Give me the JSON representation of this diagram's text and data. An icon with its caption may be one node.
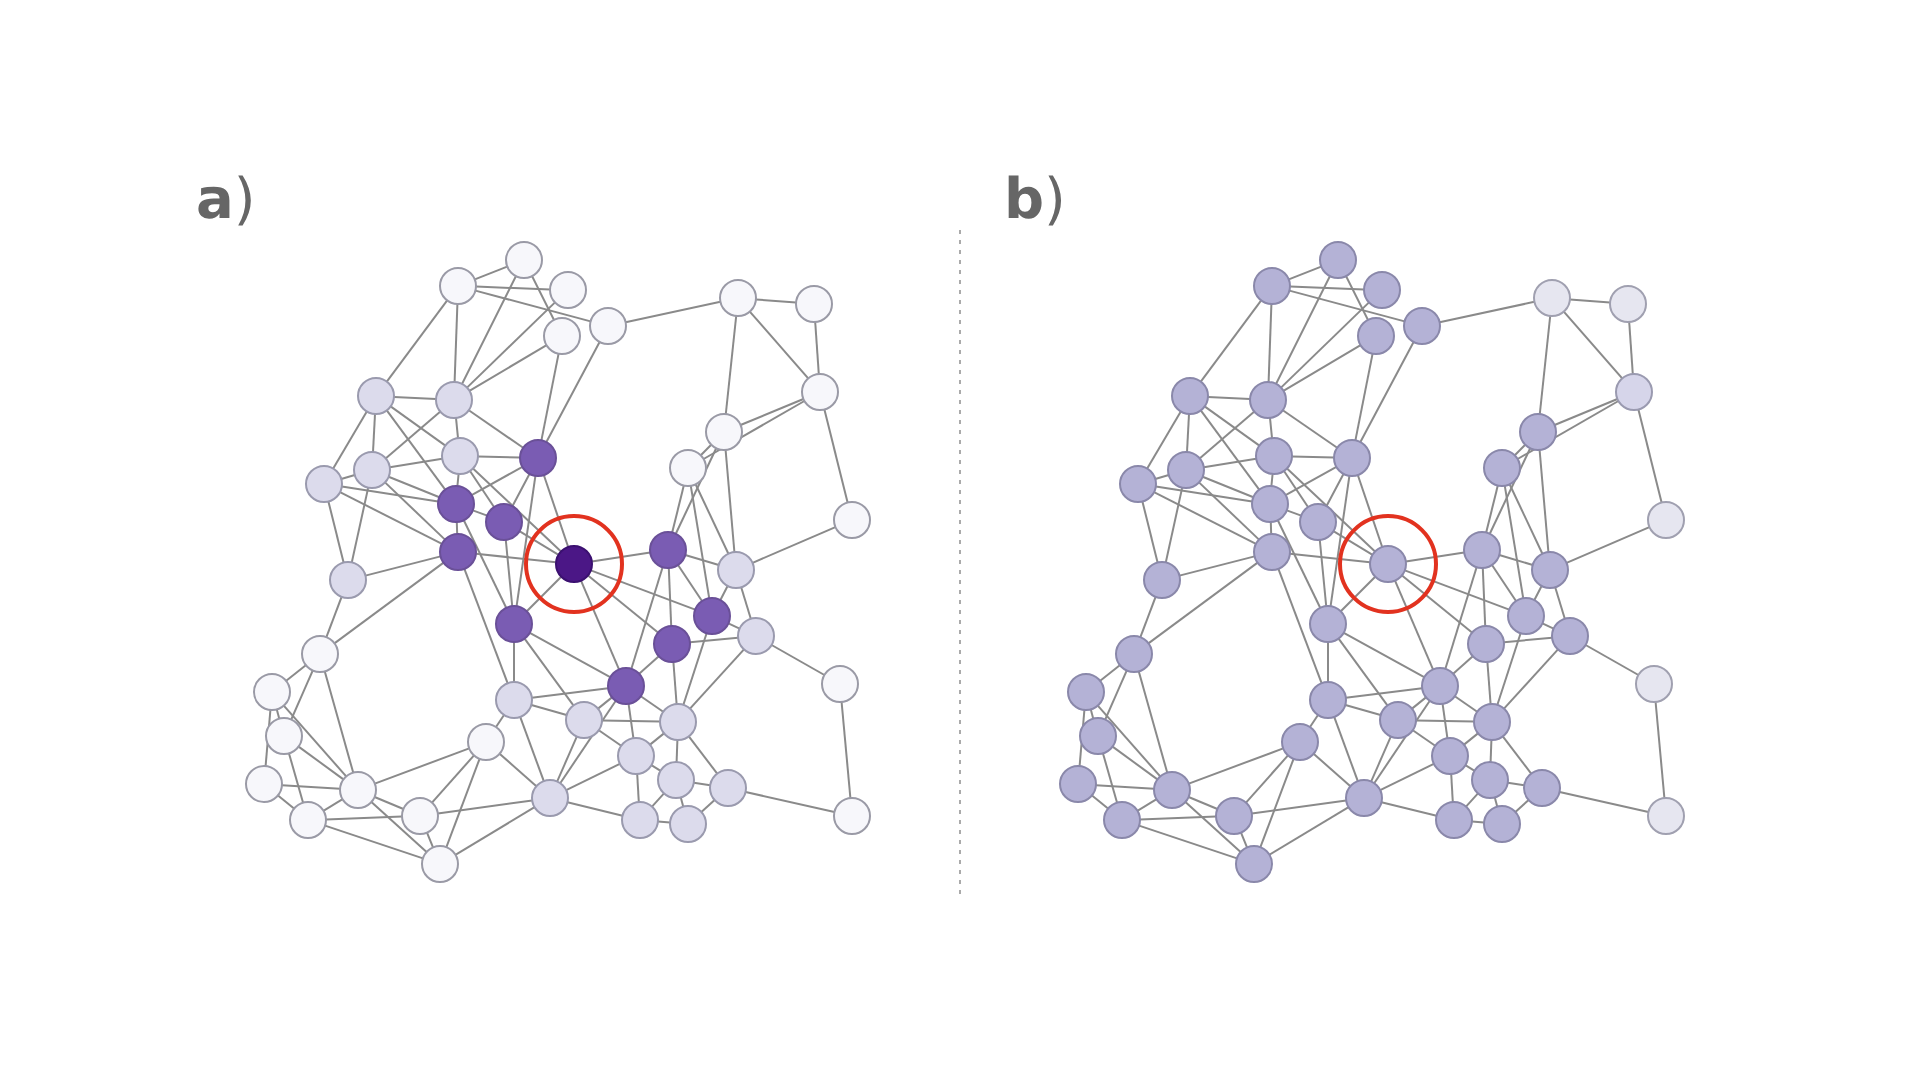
{
  "diagram": {
    "nodes": [
      {
        "text": [],
        "shape": "circle"
      },
      {
        "text": [],
        "shape": "circle"
      },
      {
        "text": [],
        "shape": "circle"
      },
      {
        "text": [],
        "shape": "circle"
      },
      {
        "text": [],
        "shape": "circle"
      },
      {
        "text": [],
        "shape": "circle"
      },
      {
        "text": [],
        "shape": "circle"
      },
      {
        "text": [],
        "shape": "circle"
      },
      {
        "text": [],
        "shape": "circle"
      },
      {
        "text": [],
        "shape": "circle"
      },
      {
        "text": [],
        "shape": "circle"
      },
      {
        "text": [],
        "shape": "circle"
      },
      {
        "text": [],
        "shape": "circle"
      },
      {
        "text": [],
        "shape": "circle"
      },
      {
        "text": [],
        "shape": "circle"
      },
      {
        "text": [],
        "shape": "circle"
      },
      {
        "text": [],
        "shape": "circle"
      },
      {
        "text": [],
        "shape": "circle"
      },
      {
        "text": [],
        "shape": "circle"
      },
      {
        "text": [],
        "shape": "circle"
      },
      {
        "text": [],
        "shape": "circle"
      },
      {
        "text": [],
        "shape": "circle"
      },
      {
        "text": [],
        "shape": "circle"
      },
      {
        "text": [],
        "shape": "circle"
      },
      {
        "text": [],
        "shape": "circle"
      },
      {
        "text": [],
        "shape": "circle"
      },
      {
        "text": [],
        "shape": "circle"
      },
      {
        "text": [],
        "shape": "circle"
      },
      {
        "text": [],
        "shape": "circle"
      },
      {
        "text": [],
        "shape": "circle"
      },
      {
        "text": [],
        "shape": "circle"
      },
      {
        "text": [],
        "shape": "circle"
      },
      {
        "text": [],
        "shape": "circle"
      },
      {
        "text": [],
        "shape": "circle"
      },
      {
        "text": [],
        "shape": "circle"
      },
      {
        "text": [],
        "shape": "circle"
      },
      {
        "text": [],
        "shape": "circle"
      },
      {
        "text": [],
        "shape": "circle"
      },
      {
        "text": [],
        "shape": "circle"
      },
      {
        "text": [],
        "shape": "circle"
      },
      {
        "text": [],
        "shape": "circle"
      },
      {
        "text": [],
        "shape": "circle"
      },
      {
        "text": [],
        "shape": "circle"
      },
      {
        "text": [],
        "shape": "circle"
      },
      {
        "text": [],
        "shape": "circle"
      },
      {
        "text": [],
        "shape": "circle"
      },
      {
        "text": [],
        "shape": "circle"
      },
      {
        "text": [],
        "shape": "circle"
      },
      {
        "text": [],
        "shape": "circle"
      },
      {
        "text": [],
        "shape": "circle"
      },
      {
        "text": [],
        "shape": "circle"
      },
      {
        "text": [],
        "shape": "circle"
      },
      {
        "text": [],
        "shape": "circle"
      },
      {
        "text": [],
        "shape": "circle"
      },
      {
        "text": [],
        "shape": "circle"
      },
      {
        "text": [],
        "shape": "circle"
      },
      {
        "text": [],
        "shape": "circle"
      },
      {
        "text": [],
        "shape": "circle"
      },
      {
        "text": [],
        "shape": "circle"
      },
      {
        "text": [],
        "shape": "circle"
      },
      {
        "text": [],
        "shape": "circle"
      },
      {
        "text": [],
        "shape": "circle"
      },
      {
        "text": [],
        "shape": "circle"
      },
      {
        "text": [],
        "shape": "circle"
      },
      {
        "text": [],
        "shape": "circle"
      },
      {
        "text": [],
        "shape": "circle"
      },
      {
        "text": [],
        "shape": "circle"
      },
      {
        "text": [],
        "shape": "circle"
      },
      {
        "text": [],
        "shape": "circle"
      },
      {
        "text": [],
        "shape": "circle"
      },
      {
        "text": [],
        "shape": "circle"
      },
      {
        "text": [],
        "shape": "circle"
      },
      {
        "text": [],
        "shape": "circle"
      },
      {
        "text": [],
        "shape": "circle"
      },
      {
        "text": [],
        "shape": "circle"
      },
      {
        "text": [],
        "shape": "circle"
      },
      {
        "text": [],
        "shape": "circle"
      },
      {
        "text": [],
        "shape": "circle"
      },
      {
        "text": [],
        "shape": "circle"
      },
      {
        "text": [],
        "shape": "circle"
      },
      {
        "text": [],
        "shape": "circle"
      },
      {
        "text": [],
        "shape": "circle"
      },
      {
        "text": [],
        "shape": "circle"
      },
      {
        "text": [],
        "shape": "circle"
      },
      {
        "text": [],
        "shape": "circle"
      },
      {
        "text": [],
        "shape": "circle"
      },
      {
        "text": [],
        "shape": "circle"
      },
      {
        "text": [],
        "shape": "circle"
      },
      {
        "text": [],
        "shape": "circle"
      },
      {
        "text": [],
        "shape": "circle"
      },
      {
        "text": [],
        "shape": "circle"
      },
      {
        "text": [],
        "shape": "circle"
      },
      {
        "text": [],
        "shape": "circle"
      },
      {
        "text": [],
        "shape": "circle"
      },
      {
        "text": [],
        "shape": "circle"
      },
      {
        "text": [],
        "shape": "circle"
      },
      {
        "text": [],
        "shape": "circle"
      },
      {
        "text": [],
        "shape": "circle"
      }
    ],
    "edges": [
      {
        "from": 0,
        "to": 1,
        "arrow": "none"
      },
      {
        "from": 0,
        "to": 2,
        "arrow": "none"
      },
      {
        "from": 0,
        "to": 4,
        "arrow": "none"
      },
      {
        "from": 0,
        "to": 7,
        "arrow": "none"
      },
      {
        "from": 0,
        "to": 8,
        "arrow": "none"
      },
      {
        "from": 1,
        "to": 3,
        "arrow": "none"
      },
      {
        "from": 1,
        "to": 8,
        "arrow": "none"
      },
      {
        "from": 2,
        "to": 8,
        "arrow": "none"
      },
      {
        "from": 3,
        "to": 8,
        "arrow": "none"
      },
      {
        "from": 3,
        "to": 13,
        "arrow": "none"
      },
      {
        "from": 4,
        "to": 13,
        "arrow": "none"
      },
      {
        "from": 4,
        "to": 5,
        "arrow": "none"
      },
      {
        "from": 5,
        "to": 6,
        "arrow": "none"
      },
      {
        "from": 5,
        "to": 9,
        "arrow": "none"
      },
      {
        "from": 5,
        "to": 14,
        "arrow": "none"
      },
      {
        "from": 6,
        "to": 9,
        "arrow": "none"
      },
      {
        "from": 9,
        "to": 14,
        "arrow": "none"
      },
      {
        "from": 9,
        "to": 15,
        "arrow": "none"
      },
      {
        "from": 9,
        "to": 22,
        "arrow": "none"
      },
      {
        "from": 7,
        "to": 8,
        "arrow": "none"
      },
      {
        "from": 7,
        "to": 10,
        "arrow": "none"
      },
      {
        "from": 7,
        "to": 11,
        "arrow": "none"
      },
      {
        "from": 7,
        "to": 12,
        "arrow": "none"
      },
      {
        "from": 7,
        "to": 16,
        "arrow": "none"
      },
      {
        "from": 8,
        "to": 12,
        "arrow": "none"
      },
      {
        "from": 8,
        "to": 11,
        "arrow": "none"
      },
      {
        "from": 8,
        "to": 13,
        "arrow": "none"
      },
      {
        "from": 10,
        "to": 11,
        "arrow": "none"
      },
      {
        "from": 10,
        "to": 23,
        "arrow": "none"
      },
      {
        "from": 10,
        "to": 16,
        "arrow": "none"
      },
      {
        "from": 10,
        "to": 18,
        "arrow": "none"
      },
      {
        "from": 11,
        "to": 12,
        "arrow": "none"
      },
      {
        "from": 11,
        "to": 16,
        "arrow": "none"
      },
      {
        "from": 11,
        "to": 18,
        "arrow": "none"
      },
      {
        "from": 11,
        "to": 23,
        "arrow": "none"
      },
      {
        "from": 12,
        "to": 13,
        "arrow": "none"
      },
      {
        "from": 12,
        "to": 16,
        "arrow": "none"
      },
      {
        "from": 12,
        "to": 17,
        "arrow": "none"
      },
      {
        "from": 12,
        "to": 19,
        "arrow": "none"
      },
      {
        "from": 13,
        "to": 16,
        "arrow": "none"
      },
      {
        "from": 13,
        "to": 17,
        "arrow": "none"
      },
      {
        "from": 13,
        "to": 19,
        "arrow": "none"
      },
      {
        "from": 13,
        "to": 24,
        "arrow": "none"
      },
      {
        "from": 14,
        "to": 15,
        "arrow": "none"
      },
      {
        "from": 14,
        "to": 21,
        "arrow": "none"
      },
      {
        "from": 14,
        "to": 20,
        "arrow": "none"
      },
      {
        "from": 15,
        "to": 20,
        "arrow": "none"
      },
      {
        "from": 15,
        "to": 25,
        "arrow": "none"
      },
      {
        "from": 15,
        "to": 21,
        "arrow": "none"
      },
      {
        "from": 16,
        "to": 18,
        "arrow": "none"
      },
      {
        "from": 16,
        "to": 17,
        "arrow": "none"
      },
      {
        "from": 16,
        "to": 24,
        "arrow": "none"
      },
      {
        "from": 17,
        "to": 19,
        "arrow": "none"
      },
      {
        "from": 17,
        "to": 24,
        "arrow": "none"
      },
      {
        "from": 18,
        "to": 19,
        "arrow": "none"
      },
      {
        "from": 18,
        "to": 23,
        "arrow": "none"
      },
      {
        "from": 18,
        "to": 28,
        "arrow": "none"
      },
      {
        "from": 18,
        "to": 30,
        "arrow": "none"
      },
      {
        "from": 19,
        "to": 20,
        "arrow": "none"
      },
      {
        "from": 19,
        "to": 24,
        "arrow": "none"
      },
      {
        "from": 19,
        "to": 25,
        "arrow": "none"
      },
      {
        "from": 19,
        "to": 26,
        "arrow": "none"
      },
      {
        "from": 19,
        "to": 29,
        "arrow": "none"
      },
      {
        "from": 20,
        "to": 21,
        "arrow": "none"
      },
      {
        "from": 20,
        "to": 25,
        "arrow": "none"
      },
      {
        "from": 20,
        "to": 26,
        "arrow": "none"
      },
      {
        "from": 20,
        "to": 29,
        "arrow": "none"
      },
      {
        "from": 21,
        "to": 22,
        "arrow": "none"
      },
      {
        "from": 21,
        "to": 25,
        "arrow": "none"
      },
      {
        "from": 21,
        "to": 27,
        "arrow": "none"
      },
      {
        "from": 23,
        "to": 28,
        "arrow": "none"
      },
      {
        "from": 24,
        "to": 29,
        "arrow": "none"
      },
      {
        "from": 24,
        "to": 30,
        "arrow": "none"
      },
      {
        "from": 24,
        "to": 31,
        "arrow": "none"
      },
      {
        "from": 25,
        "to": 27,
        "arrow": "none"
      },
      {
        "from": 25,
        "to": 32,
        "arrow": "none"
      },
      {
        "from": 26,
        "to": 27,
        "arrow": "none"
      },
      {
        "from": 26,
        "to": 29,
        "arrow": "none"
      },
      {
        "from": 26,
        "to": 32,
        "arrow": "none"
      },
      {
        "from": 27,
        "to": 33,
        "arrow": "none"
      },
      {
        "from": 27,
        "to": 32,
        "arrow": "none"
      },
      {
        "from": 28,
        "to": 34,
        "arrow": "none"
      },
      {
        "from": 28,
        "to": 35,
        "arrow": "none"
      },
      {
        "from": 28,
        "to": 40,
        "arrow": "none"
      },
      {
        "from": 29,
        "to": 30,
        "arrow": "none"
      },
      {
        "from": 29,
        "to": 31,
        "arrow": "none"
      },
      {
        "from": 29,
        "to": 32,
        "arrow": "none"
      },
      {
        "from": 29,
        "to": 41,
        "arrow": "none"
      },
      {
        "from": 29,
        "to": 37,
        "arrow": "none"
      },
      {
        "from": 30,
        "to": 31,
        "arrow": "none"
      },
      {
        "from": 30,
        "to": 36,
        "arrow": "none"
      },
      {
        "from": 30,
        "to": 41,
        "arrow": "none"
      },
      {
        "from": 31,
        "to": 32,
        "arrow": "none"
      },
      {
        "from": 31,
        "to": 37,
        "arrow": "none"
      },
      {
        "from": 31,
        "to": 41,
        "arrow": "none"
      },
      {
        "from": 32,
        "to": 37,
        "arrow": "none"
      },
      {
        "from": 32,
        "to": 38,
        "arrow": "none"
      },
      {
        "from": 32,
        "to": 42,
        "arrow": "none"
      },
      {
        "from": 33,
        "to": 47,
        "arrow": "none"
      },
      {
        "from": 34,
        "to": 35,
        "arrow": "none"
      },
      {
        "from": 34,
        "to": 39,
        "arrow": "none"
      },
      {
        "from": 34,
        "to": 40,
        "arrow": "none"
      },
      {
        "from": 35,
        "to": 43,
        "arrow": "none"
      },
      {
        "from": 35,
        "to": 40,
        "arrow": "none"
      },
      {
        "from": 36,
        "to": 40,
        "arrow": "none"
      },
      {
        "from": 36,
        "to": 44,
        "arrow": "none"
      },
      {
        "from": 36,
        "to": 41,
        "arrow": "none"
      },
      {
        "from": 36,
        "to": 48,
        "arrow": "none"
      },
      {
        "from": 37,
        "to": 38,
        "arrow": "none"
      },
      {
        "from": 37,
        "to": 41,
        "arrow": "none"
      },
      {
        "from": 37,
        "to": 45,
        "arrow": "none"
      },
      {
        "from": 38,
        "to": 45,
        "arrow": "none"
      },
      {
        "from": 38,
        "to": 46,
        "arrow": "none"
      },
      {
        "from": 38,
        "to": 42,
        "arrow": "none"
      },
      {
        "from": 39,
        "to": 40,
        "arrow": "none"
      },
      {
        "from": 39,
        "to": 43,
        "arrow": "none"
      },
      {
        "from": 40,
        "to": 43,
        "arrow": "none"
      },
      {
        "from": 40,
        "to": 44,
        "arrow": "none"
      },
      {
        "from": 40,
        "to": 48,
        "arrow": "none"
      },
      {
        "from": 41,
        "to": 44,
        "arrow": "none"
      },
      {
        "from": 41,
        "to": 45,
        "arrow": "none"
      },
      {
        "from": 41,
        "to": 48,
        "arrow": "none"
      },
      {
        "from": 42,
        "to": 46,
        "arrow": "none"
      },
      {
        "from": 42,
        "to": 47,
        "arrow": "none"
      },
      {
        "from": 43,
        "to": 44,
        "arrow": "none"
      },
      {
        "from": 43,
        "to": 48,
        "arrow": "none"
      },
      {
        "from": 44,
        "to": 48,
        "arrow": "none"
      },
      {
        "from": 45,
        "to": 46,
        "arrow": "none"
      },
      {
        "from": 49,
        "to": 50,
        "arrow": "none"
      },
      {
        "from": 49,
        "to": 51,
        "arrow": "none"
      },
      {
        "from": 49,
        "to": 53,
        "arrow": "none"
      },
      {
        "from": 49,
        "to": 56,
        "arrow": "none"
      },
      {
        "from": 49,
        "to": 57,
        "arrow": "none"
      },
      {
        "from": 50,
        "to": 52,
        "arrow": "none"
      },
      {
        "from": 50,
        "to": 57,
        "arrow": "none"
      },
      {
        "from": 51,
        "to": 57,
        "arrow": "none"
      },
      {
        "from": 52,
        "to": 57,
        "arrow": "none"
      },
      {
        "from": 52,
        "to": 62,
        "arrow": "none"
      },
      {
        "from": 53,
        "to": 62,
        "arrow": "none"
      },
      {
        "from": 53,
        "to": 54,
        "arrow": "none"
      },
      {
        "from": 54,
        "to": 55,
        "arrow": "none"
      },
      {
        "from": 54,
        "to": 58,
        "arrow": "none"
      },
      {
        "from": 54,
        "to": 63,
        "arrow": "none"
      },
      {
        "from": 55,
        "to": 58,
        "arrow": "none"
      },
      {
        "from": 58,
        "to": 63,
        "arrow": "none"
      },
      {
        "from": 58,
        "to": 64,
        "arrow": "none"
      },
      {
        "from": 58,
        "to": 71,
        "arrow": "none"
      },
      {
        "from": 56,
        "to": 57,
        "arrow": "none"
      },
      {
        "from": 56,
        "to": 59,
        "arrow": "none"
      },
      {
        "from": 56,
        "to": 60,
        "arrow": "none"
      },
      {
        "from": 56,
        "to": 61,
        "arrow": "none"
      },
      {
        "from": 56,
        "to": 65,
        "arrow": "none"
      },
      {
        "from": 57,
        "to": 61,
        "arrow": "none"
      },
      {
        "from": 57,
        "to": 60,
        "arrow": "none"
      },
      {
        "from": 57,
        "to": 62,
        "arrow": "none"
      },
      {
        "from": 59,
        "to": 60,
        "arrow": "none"
      },
      {
        "from": 59,
        "to": 72,
        "arrow": "none"
      },
      {
        "from": 59,
        "to": 65,
        "arrow": "none"
      },
      {
        "from": 59,
        "to": 67,
        "arrow": "none"
      },
      {
        "from": 60,
        "to": 61,
        "arrow": "none"
      },
      {
        "from": 60,
        "to": 65,
        "arrow": "none"
      },
      {
        "from": 60,
        "to": 67,
        "arrow": "none"
      },
      {
        "from": 60,
        "to": 72,
        "arrow": "none"
      },
      {
        "from": 61,
        "to": 62,
        "arrow": "none"
      },
      {
        "from": 61,
        "to": 65,
        "arrow": "none"
      },
      {
        "from": 61,
        "to": 66,
        "arrow": "none"
      },
      {
        "from": 61,
        "to": 68,
        "arrow": "none"
      },
      {
        "from": 62,
        "to": 65,
        "arrow": "none"
      },
      {
        "from": 62,
        "to": 66,
        "arrow": "none"
      },
      {
        "from": 62,
        "to": 68,
        "arrow": "none"
      },
      {
        "from": 62,
        "to": 73,
        "arrow": "none"
      },
      {
        "from": 63,
        "to": 64,
        "arrow": "none"
      },
      {
        "from": 63,
        "to": 70,
        "arrow": "none"
      },
      {
        "from": 63,
        "to": 69,
        "arrow": "none"
      },
      {
        "from": 64,
        "to": 69,
        "arrow": "none"
      },
      {
        "from": 64,
        "to": 74,
        "arrow": "none"
      },
      {
        "from": 64,
        "to": 70,
        "arrow": "none"
      },
      {
        "from": 65,
        "to": 67,
        "arrow": "none"
      },
      {
        "from": 65,
        "to": 66,
        "arrow": "none"
      },
      {
        "from": 65,
        "to": 73,
        "arrow": "none"
      },
      {
        "from": 66,
        "to": 68,
        "arrow": "none"
      },
      {
        "from": 66,
        "to": 73,
        "arrow": "none"
      },
      {
        "from": 67,
        "to": 68,
        "arrow": "none"
      },
      {
        "from": 67,
        "to": 72,
        "arrow": "none"
      },
      {
        "from": 67,
        "to": 77,
        "arrow": "none"
      },
      {
        "from": 67,
        "to": 79,
        "arrow": "none"
      },
      {
        "from": 68,
        "to": 69,
        "arrow": "none"
      },
      {
        "from": 68,
        "to": 73,
        "arrow": "none"
      },
      {
        "from": 68,
        "to": 74,
        "arrow": "none"
      },
      {
        "from": 68,
        "to": 75,
        "arrow": "none"
      },
      {
        "from": 68,
        "to": 78,
        "arrow": "none"
      },
      {
        "from": 69,
        "to": 70,
        "arrow": "none"
      },
      {
        "from": 69,
        "to": 74,
        "arrow": "none"
      },
      {
        "from": 69,
        "to": 75,
        "arrow": "none"
      },
      {
        "from": 69,
        "to": 78,
        "arrow": "none"
      },
      {
        "from": 70,
        "to": 71,
        "arrow": "none"
      },
      {
        "from": 70,
        "to": 74,
        "arrow": "none"
      },
      {
        "from": 70,
        "to": 76,
        "arrow": "none"
      },
      {
        "from": 72,
        "to": 77,
        "arrow": "none"
      },
      {
        "from": 73,
        "to": 78,
        "arrow": "none"
      },
      {
        "from": 73,
        "to": 79,
        "arrow": "none"
      },
      {
        "from": 73,
        "to": 80,
        "arrow": "none"
      },
      {
        "from": 74,
        "to": 76,
        "arrow": "none"
      },
      {
        "from": 74,
        "to": 81,
        "arrow": "none"
      },
      {
        "from": 75,
        "to": 76,
        "arrow": "none"
      },
      {
        "from": 75,
        "to": 78,
        "arrow": "none"
      },
      {
        "from": 75,
        "to": 81,
        "arrow": "none"
      },
      {
        "from": 76,
        "to": 82,
        "arrow": "none"
      },
      {
        "from": 76,
        "to": 81,
        "arrow": "none"
      },
      {
        "from": 77,
        "to": 83,
        "arrow": "none"
      },
      {
        "from": 77,
        "to": 84,
        "arrow": "none"
      },
      {
        "from": 77,
        "to": 89,
        "arrow": "none"
      },
      {
        "from": 78,
        "to": 79,
        "arrow": "none"
      },
      {
        "from": 78,
        "to": 80,
        "arrow": "none"
      },
      {
        "from": 78,
        "to": 81,
        "arrow": "none"
      },
      {
        "from": 78,
        "to": 90,
        "arrow": "none"
      },
      {
        "from": 78,
        "to": 86,
        "arrow": "none"
      },
      {
        "from": 79,
        "to": 80,
        "arrow": "none"
      },
      {
        "from": 79,
        "to": 85,
        "arrow": "none"
      },
      {
        "from": 79,
        "to": 90,
        "arrow": "none"
      },
      {
        "from": 80,
        "to": 81,
        "arrow": "none"
      },
      {
        "from": 80,
        "to": 86,
        "arrow": "none"
      },
      {
        "from": 80,
        "to": 90,
        "arrow": "none"
      },
      {
        "from": 81,
        "to": 86,
        "arrow": "none"
      },
      {
        "from": 81,
        "to": 87,
        "arrow": "none"
      },
      {
        "from": 81,
        "to": 91,
        "arrow": "none"
      },
      {
        "from": 82,
        "to": 96,
        "arrow": "none"
      },
      {
        "from": 83,
        "to": 84,
        "arrow": "none"
      },
      {
        "from": 83,
        "to": 88,
        "arrow": "none"
      },
      {
        "from": 83,
        "to": 89,
        "arrow": "none"
      },
      {
        "from": 84,
        "to": 92,
        "arrow": "none"
      },
      {
        "from": 84,
        "to": 89,
        "arrow": "none"
      },
      {
        "from": 85,
        "to": 89,
        "arrow": "none"
      },
      {
        "from": 85,
        "to": 93,
        "arrow": "none"
      },
      {
        "from": 85,
        "to": 90,
        "arrow": "none"
      },
      {
        "from": 85,
        "to": 97,
        "arrow": "none"
      },
      {
        "from": 86,
        "to": 87,
        "arrow": "none"
      },
      {
        "from": 86,
        "to": 90,
        "arrow": "none"
      },
      {
        "from": 86,
        "to": 94,
        "arrow": "none"
      },
      {
        "from": 87,
        "to": 94,
        "arrow": "none"
      },
      {
        "from": 87,
        "to": 95,
        "arrow": "none"
      },
      {
        "from": 87,
        "to": 91,
        "arrow": "none"
      },
      {
        "from": 88,
        "to": 89,
        "arrow": "none"
      },
      {
        "from": 88,
        "to": 92,
        "arrow": "none"
      },
      {
        "from": 89,
        "to": 92,
        "arrow": "none"
      },
      {
        "from": 89,
        "to": 93,
        "arrow": "none"
      },
      {
        "from": 89,
        "to": 97,
        "arrow": "none"
      },
      {
        "from": 90,
        "to": 93,
        "arrow": "none"
      },
      {
        "from": 90,
        "to": 94,
        "arrow": "none"
      },
      {
        "from": 90,
        "to": 97,
        "arrow": "none"
      },
      {
        "from": 91,
        "to": 95,
        "arrow": "none"
      },
      {
        "from": 91,
        "to": 96,
        "arrow": "none"
      },
      {
        "from": 92,
        "to": 93,
        "arrow": "none"
      },
      {
        "from": 92,
        "to": 97,
        "arrow": "none"
      },
      {
        "from": 93,
        "to": 97,
        "arrow": "none"
      },
      {
        "from": 94,
        "to": 95,
        "arrow": "none"
      }
    ],
    "labels": [
      "**a**)",
      "**b**)"
    ]
  }
}
